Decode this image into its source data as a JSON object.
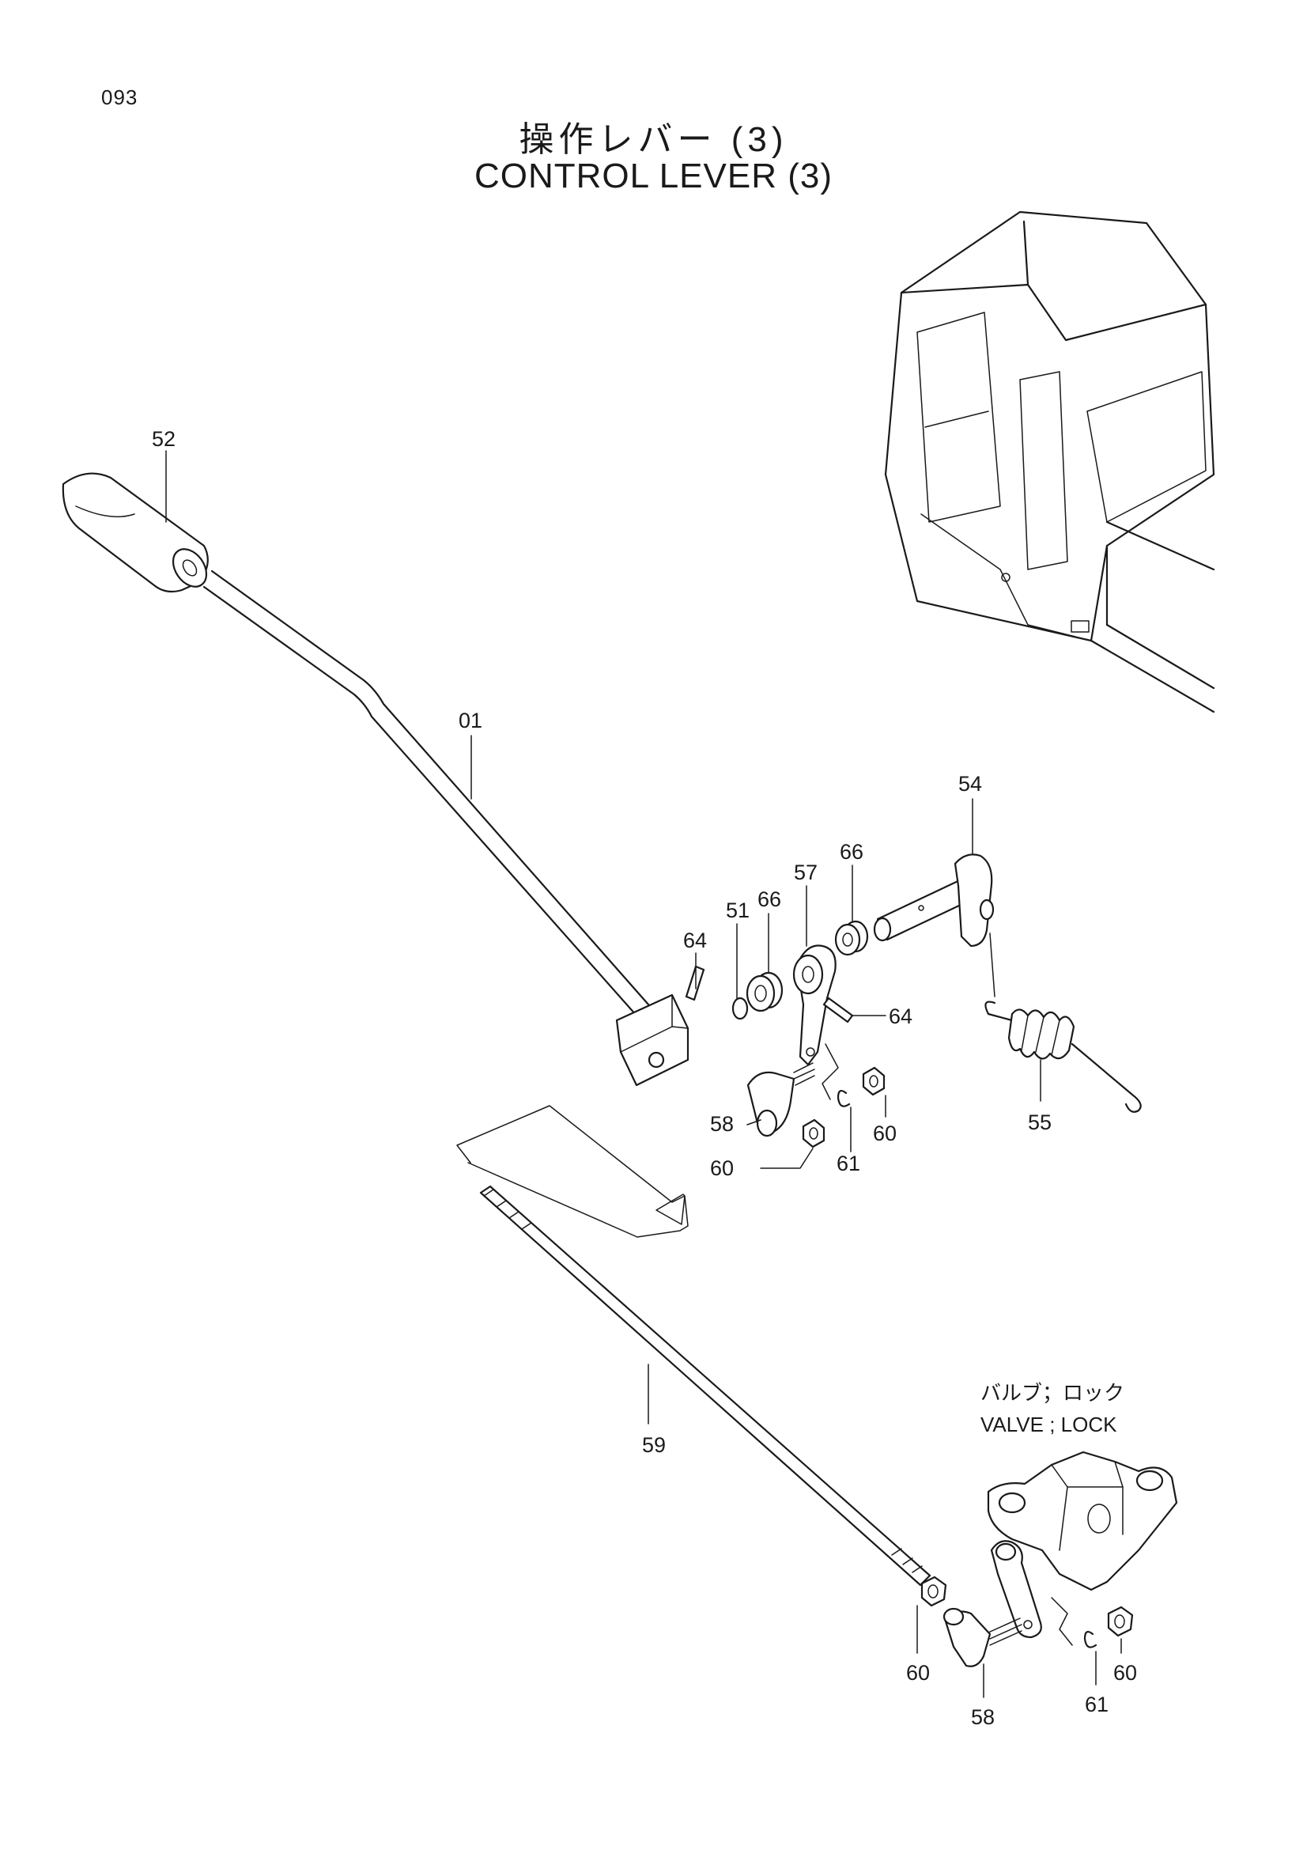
{
  "page": {
    "number": "093"
  },
  "title": {
    "jp": "操作レバー (3)",
    "en": "CONTROL LEVER (3)"
  },
  "callouts": {
    "lever": "01",
    "grip": "52",
    "ring": "51",
    "bracket": "54",
    "spring": "55",
    "arm": "57",
    "ball_joint_top": "58",
    "ball_joint_bottom": "58",
    "rod": "59",
    "nut_top_right": "60",
    "nut_top_left": "60",
    "nut_bottom_left": "60",
    "nut_bottom_right": "60",
    "clip_top": "61",
    "clip_bottom": "61",
    "pin_left": "64",
    "pin_right": "64",
    "bushing_left": "66",
    "bushing_right": "66"
  },
  "valve_note": {
    "jp": "バルブ；ロック",
    "en": "VALVE ; LOCK"
  }
}
